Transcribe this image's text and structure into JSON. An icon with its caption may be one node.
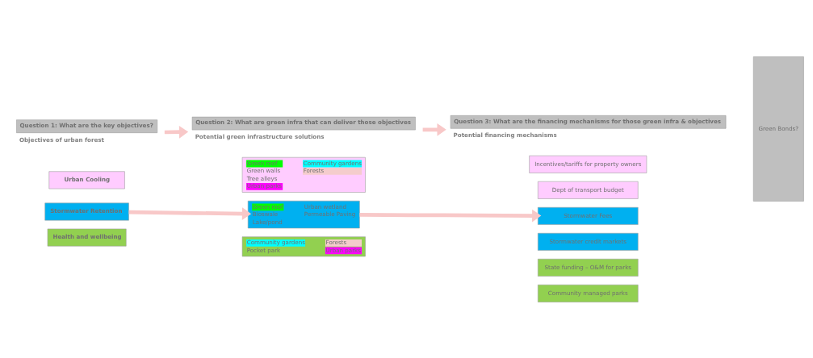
{
  "diagram": {
    "nodes": [
      {
        "text": [
          "Question 1: What are the key objectives?"
        ],
        "beside": [
          "Objectives of urban forest"
        ]
      },
      {
        "text": [
          "Question 2: What are green infra that can deliver those objectives"
        ],
        "beside": [
          "Potential green infrastructure solutions"
        ]
      },
      {
        "text": [
          "Question 3: What are the financing mechanisms for those green infra & objectives"
        ],
        "beside": [
          "Potential financing mechanisms"
        ]
      },
      {
        "text": [
          "Urban Cooling"
        ]
      },
      {
        "text": [
          "Stormwater Retention"
        ]
      },
      {
        "text": [
          "Health and wellbeing"
        ]
      },
      {
        "text": [
          "Green roof",
          "Green walls",
          "Tree alleys",
          "Urban parks",
          "Community gardens",
          "Forests"
        ]
      },
      {
        "text": [
          "Green roof",
          "Bioswale",
          "Lake/pond",
          "Urban wetland",
          "Permeable Paving"
        ]
      },
      {
        "text": [
          "Community gardens",
          "Pocket park",
          "Forests",
          "Urban parks"
        ]
      },
      {
        "text": [
          "Incentives/tariffs for property owners"
        ]
      },
      {
        "text": [
          "Dept of transport budget"
        ]
      },
      {
        "text": [
          "Stormwater Fees"
        ]
      },
      {
        "text": [
          "Stormwater credit markets"
        ]
      },
      {
        "text": [
          "State funding – O&M for parks"
        ]
      },
      {
        "text": [
          "Community managed parks"
        ]
      },
      {
        "text": [
          "Green Bonds?"
        ]
      }
    ],
    "edges": [
      {
        "from": 0,
        "to": 1,
        "arrow": "to"
      },
      {
        "from": 1,
        "to": 2,
        "arrow": "to"
      },
      {
        "from": 4,
        "to": 7,
        "arrow": "to"
      },
      {
        "from": 7,
        "to": 11,
        "arrow": "to"
      }
    ]
  }
}
